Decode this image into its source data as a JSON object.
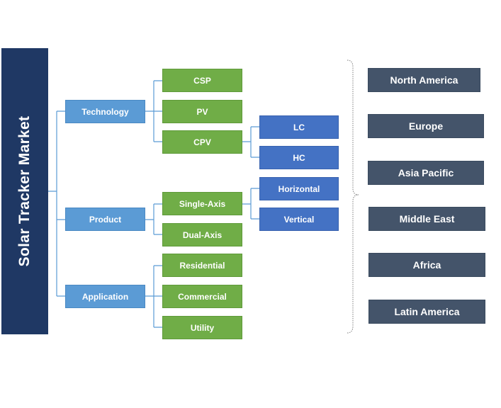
{
  "root": {
    "title": "Solar Tracker Market"
  },
  "segments": {
    "technology": {
      "label": "Technology",
      "items": [
        "CSP",
        "PV",
        "CPV"
      ],
      "cpv_types": [
        "LC",
        "HC"
      ]
    },
    "product": {
      "label": "Product",
      "items": [
        "Single-Axis",
        "Dual-Axis"
      ],
      "single_axis_types": [
        "Horizontal",
        "Vertical"
      ]
    },
    "application": {
      "label": "Application",
      "items": [
        "Residential",
        "Commercial",
        "Utility"
      ]
    }
  },
  "regions": [
    "North America",
    "Europe",
    "Asia Pacific",
    "Middle East",
    "Africa",
    "Latin America"
  ],
  "colors": {
    "root": "#1f3864",
    "segment": "#5b9bd5",
    "sub_segment": "#70ad47",
    "type": "#4472c4",
    "region": "#44546a",
    "connector": "#5b9bd5"
  }
}
